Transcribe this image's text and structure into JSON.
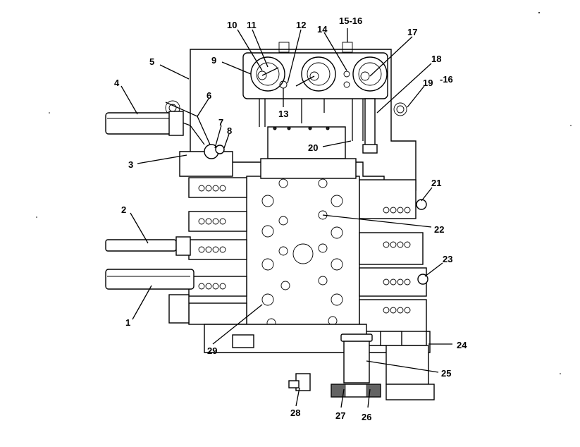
{
  "diagram": {
    "callouts": [
      "1",
      "2",
      "3",
      "4",
      "5",
      "6",
      "7",
      "8",
      "9",
      "10",
      "11",
      "12",
      "13",
      "14",
      "15-16",
      "17",
      "18",
      "19",
      "-16",
      "20",
      "21",
      "22",
      "23",
      "24",
      "25",
      "26",
      "27",
      "28",
      "29"
    ]
  },
  "colors": {
    "ink": "#000000",
    "paper": "#ffffff"
  }
}
